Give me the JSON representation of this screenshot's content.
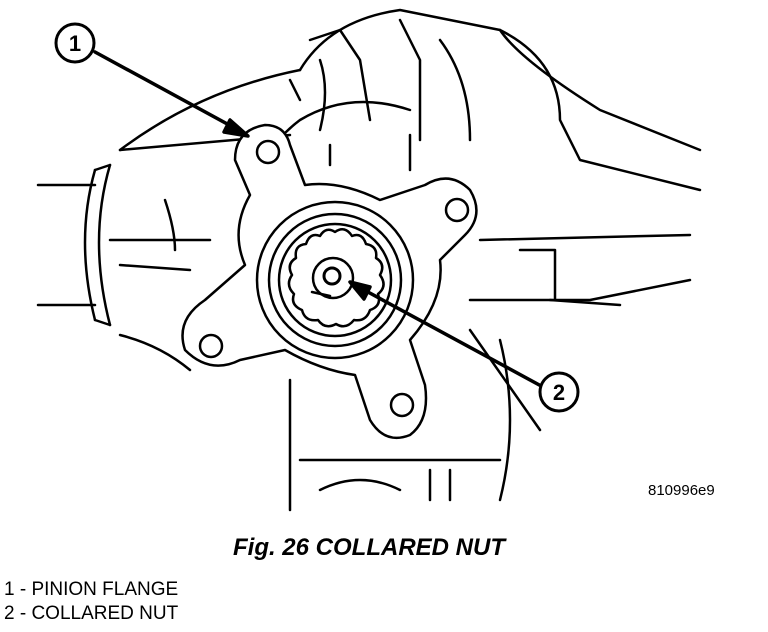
{
  "diagram": {
    "callouts": [
      {
        "id": "1",
        "target": "pinion-flange"
      },
      {
        "id": "2",
        "target": "collared-nut"
      }
    ],
    "part_code": "810996e9"
  },
  "caption": {
    "figure": "Fig. 26 COLLARED NUT"
  },
  "legend": {
    "items": [
      {
        "text": "1 - PINION FLANGE"
      },
      {
        "text": "2 - COLLARED NUT"
      }
    ]
  }
}
